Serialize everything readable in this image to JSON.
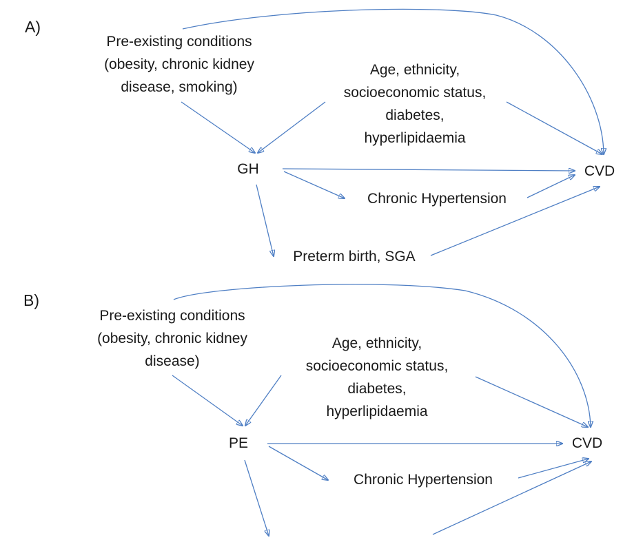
{
  "panels": [
    {
      "label": "A)",
      "preexisting": "Pre-existing conditions\n(obesity, chronic kidney\ndisease, smoking)",
      "covariates": "Age, ethnicity,\nsocioeconomic status,\ndiabetes,\nhyperlipidaemia",
      "exposure": "GH",
      "outcome": "CVD",
      "mediator_hypertension": "Chronic Hypertension",
      "mediator_birth": "Preterm birth, SGA"
    },
    {
      "label": "B)",
      "preexisting": "Pre-existing conditions\n(obesity, chronic kidney\ndisease)",
      "covariates": "Age, ethnicity,\nsocioeconomic status,\ndiabetes,\nhyperlipidaemia",
      "exposure": "PE",
      "outcome": "CVD",
      "mediator_hypertension": "Chronic Hypertension"
    }
  ],
  "colors": {
    "arrow": "#4f7fc4",
    "text": "#1a1a1a"
  }
}
